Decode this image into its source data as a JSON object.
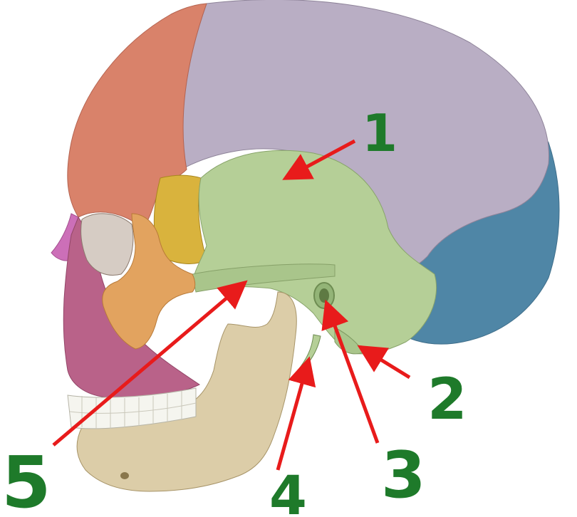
{
  "colors": {
    "background": "#ffffff",
    "frontal": "#d9826a",
    "parietal": "#b9aec4",
    "occipital": "#4f86a6",
    "temporal": "#b5cf97",
    "sphenoid": "#d9b33d",
    "zygomatic": "#e2a35f",
    "maxilla": "#b96289",
    "nasal": "#cc6fb8",
    "mandible": "#dccda8",
    "teeth": "#f5f5ef",
    "arrow": "#e81b1b",
    "label": "#1e7a2a"
  },
  "labels": [
    {
      "id": "1",
      "text": "1"
    },
    {
      "id": "2",
      "text": "2"
    },
    {
      "id": "3",
      "text": "3"
    },
    {
      "id": "4",
      "text": "4"
    },
    {
      "id": "5",
      "text": "5"
    }
  ]
}
